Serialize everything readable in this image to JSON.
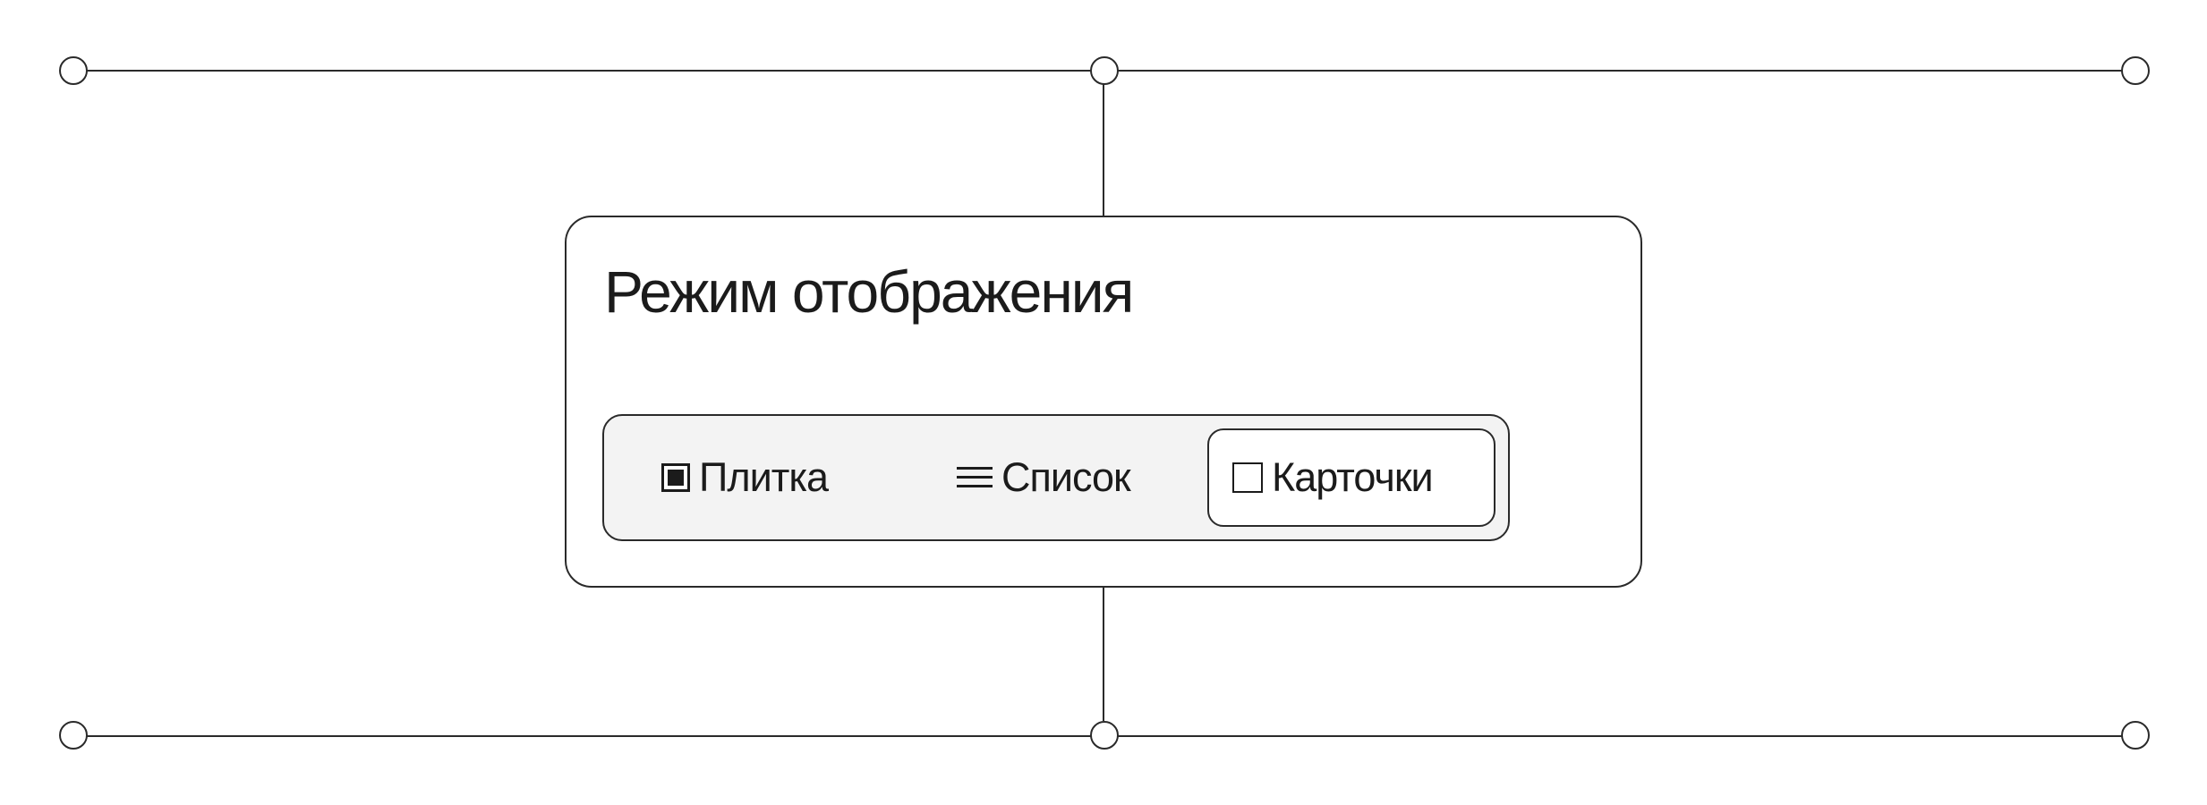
{
  "panel": {
    "title": "Режим отображения"
  },
  "view_switcher": {
    "selected": "Карточки",
    "options": [
      {
        "label": "Плитка",
        "icon": "tile-view-icon",
        "selected": false
      },
      {
        "label": "Список",
        "icon": "list-view-icon",
        "selected": false
      },
      {
        "label": "Карточки",
        "icon": "card-view-icon",
        "selected": true
      }
    ]
  },
  "colors": {
    "stroke": "#2a2a2a",
    "text": "#1b1b1b",
    "background": "#ffffff",
    "segmented_background": "#f3f3f3"
  }
}
